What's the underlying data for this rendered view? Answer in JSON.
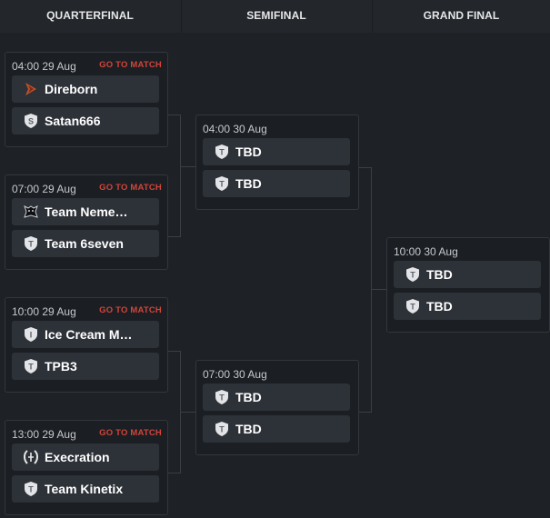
{
  "columns": [
    "QUARTERFINAL",
    "SEMIFINAL",
    "GRAND FINAL"
  ],
  "go_to_match_label": "GO TO MATCH",
  "quarterfinals": [
    {
      "time": "04:00",
      "date": "29 Aug",
      "teams": [
        {
          "name": "Direborn",
          "icon": "direborn-logo-icon"
        },
        {
          "name": "Satan666",
          "icon": "s-shield-icon"
        }
      ]
    },
    {
      "time": "07:00",
      "date": "29 Aug",
      "teams": [
        {
          "name": "Team Neme…",
          "icon": "nemesis-logo-icon"
        },
        {
          "name": "Team 6seven",
          "icon": "t-shield-icon"
        }
      ]
    },
    {
      "time": "10:00",
      "date": "29 Aug",
      "teams": [
        {
          "name": "Ice Cream M…",
          "icon": "i-shield-icon"
        },
        {
          "name": "TPB3",
          "icon": "t-shield-icon"
        }
      ]
    },
    {
      "time": "13:00",
      "date": "29 Aug",
      "teams": [
        {
          "name": "Execration",
          "icon": "execration-logo-icon"
        },
        {
          "name": "Team Kinetix",
          "icon": "t-shield-icon"
        }
      ]
    }
  ],
  "semifinals": [
    {
      "time": "04:00",
      "date": "30 Aug",
      "teams": [
        {
          "name": "TBD",
          "icon": "t-shield-icon"
        },
        {
          "name": "TBD",
          "icon": "t-shield-icon"
        }
      ]
    },
    {
      "time": "07:00",
      "date": "30 Aug",
      "teams": [
        {
          "name": "TBD",
          "icon": "t-shield-icon"
        },
        {
          "name": "TBD",
          "icon": "t-shield-icon"
        }
      ]
    }
  ],
  "grand_final": {
    "time": "10:00",
    "date": "30 Aug",
    "teams": [
      {
        "name": "TBD",
        "icon": "t-shield-icon"
      },
      {
        "name": "TBD",
        "icon": "t-shield-icon"
      }
    ]
  },
  "colors": {
    "background": "#1e2126",
    "header": "#23272c",
    "team_row": "#2d3138",
    "accent_link": "#d3443a"
  }
}
